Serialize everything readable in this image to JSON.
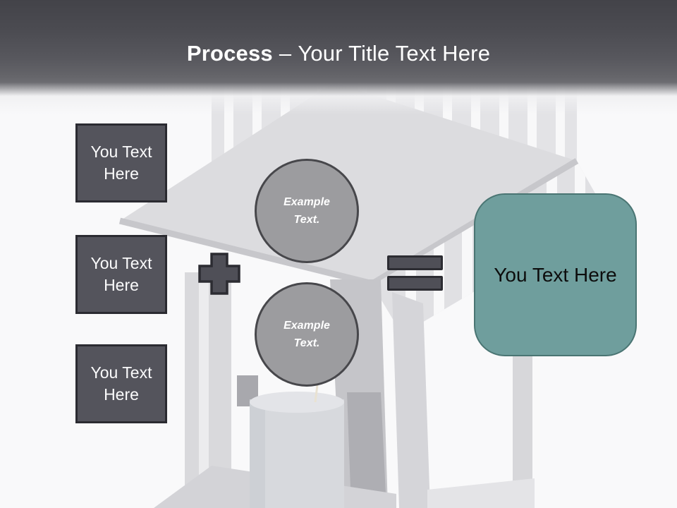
{
  "slide": {
    "header": {
      "title_bold": "Process",
      "title_separator": "–",
      "title_rest": "Your Title Text Here"
    },
    "left_boxes": [
      {
        "line1": "You Text",
        "line2": "Here"
      },
      {
        "line1": "You Text",
        "line2": "Here"
      },
      {
        "line1": "You Text",
        "line2": "Here"
      }
    ],
    "circles": [
      {
        "line1": "Example",
        "line2": "Text."
      },
      {
        "line1": "Example",
        "line2": "Text."
      }
    ],
    "result_box": {
      "label": "You Text Here"
    },
    "operators": {
      "plus": "plus-icon",
      "equals": "equals-icon"
    },
    "colors": {
      "header_dark": "#45454b",
      "shape_gray": "#54545c",
      "shape_border": "#2b2b31",
      "circle_fill": "#9c9c9f",
      "circle_border": "#47474b",
      "teal_fill": "#6f9e9d",
      "teal_border": "#4a7573",
      "photo_tint": "#e0e0e3"
    }
  }
}
